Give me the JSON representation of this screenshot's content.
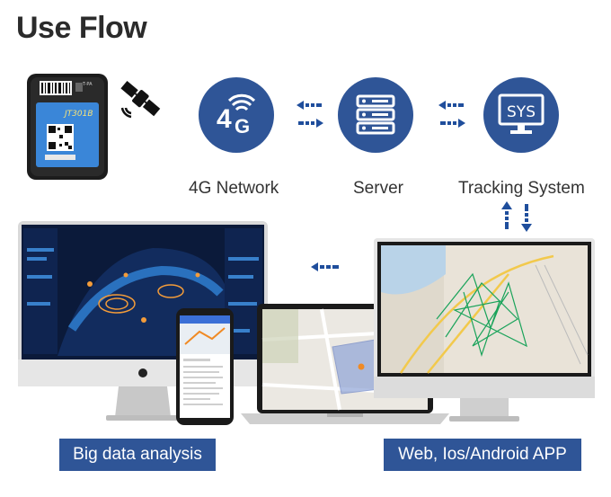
{
  "header": {
    "title": "Use Flow"
  },
  "device": {
    "model": "JT301B",
    "top_text": "T-PA"
  },
  "flow": {
    "nodes": [
      {
        "id": "network",
        "label": "4G Network",
        "icon": "4g-wifi-icon"
      },
      {
        "id": "server",
        "label": "Server",
        "icon": "server-rack-icon"
      },
      {
        "id": "tracking",
        "label": "Tracking System",
        "icon": "sys-monitor-icon"
      }
    ]
  },
  "banners": {
    "left": "Big data analysis",
    "right": "Web, Ios/Android APP"
  },
  "colors": {
    "primary": "#2f5597",
    "arrow": "#1f4e9c"
  }
}
